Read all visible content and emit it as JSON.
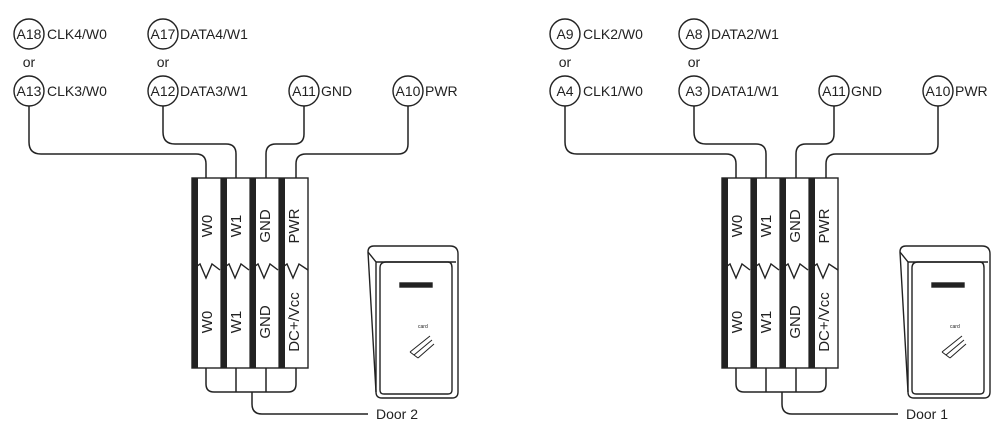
{
  "colors": {
    "ink": "#222222",
    "background": "#ffffff",
    "terminal_fill": "#ffffff"
  },
  "left": {
    "row1": [
      {
        "pin": "A18",
        "label": "CLK4/W0"
      },
      {
        "pin": "A17",
        "label": "DATA4/W1"
      }
    ],
    "or_left": "or",
    "or_right": "or",
    "row2": [
      {
        "pin": "A13",
        "label": "CLK3/W0"
      },
      {
        "pin": "A12",
        "label": "DATA3/W1"
      },
      {
        "pin": "A11",
        "label": "GND"
      },
      {
        "pin": "A10",
        "label": "PWR"
      }
    ],
    "top_terminals": [
      "W0",
      "W1",
      "GND",
      "PWR"
    ],
    "bottom_terminals": [
      "W0",
      "W1",
      "GND",
      "DC+/Vcc"
    ],
    "door_label": "Door 2"
  },
  "right": {
    "row1": [
      {
        "pin": "A9",
        "label": "CLK2/W0"
      },
      {
        "pin": "A8",
        "label": "DATA2/W1"
      }
    ],
    "or_left": "or",
    "or_right": "or",
    "row2": [
      {
        "pin": "A4",
        "label": "CLK1/W0"
      },
      {
        "pin": "A3",
        "label": "DATA1/W1"
      },
      {
        "pin": "A11",
        "label": "GND"
      },
      {
        "pin": "A10",
        "label": "PWR"
      }
    ],
    "top_terminals": [
      "W0",
      "W1",
      "GND",
      "PWR"
    ],
    "bottom_terminals": [
      "W0",
      "W1",
      "GND",
      "DC+/Vcc"
    ],
    "door_label": "Door 1"
  }
}
